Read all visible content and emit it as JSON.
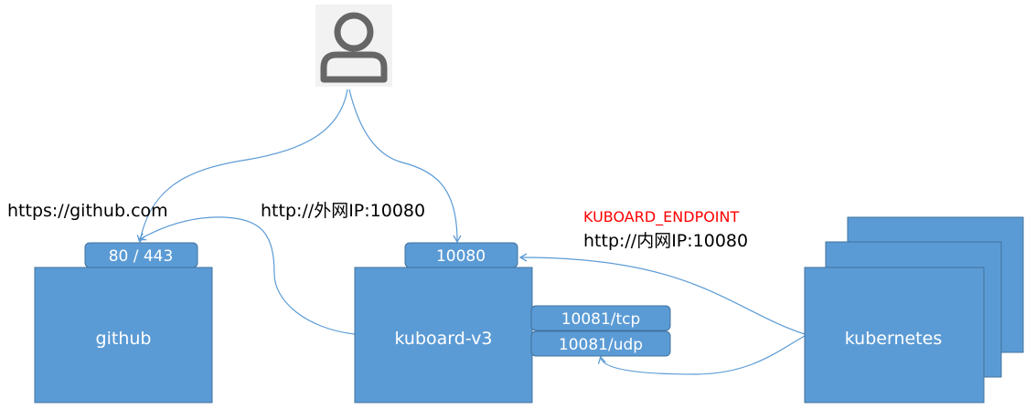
{
  "icons": {
    "user": "user-icon"
  },
  "nodes": {
    "github": {
      "label": "github",
      "port": "80 / 443"
    },
    "kuboard": {
      "label": "kuboard-v3",
      "port": "10080",
      "ports_side": [
        "10081/tcp",
        "10081/udp"
      ]
    },
    "kubernetes": {
      "label": "kubernetes"
    }
  },
  "labels": {
    "github_url": "https://github.com",
    "kuboard_external_url": "http://外网IP:10080",
    "endpoint_name": "KUBOARD_ENDPOINT",
    "endpoint_url": "http://内网IP:10080"
  },
  "colors": {
    "box": "#5b9bd5",
    "box_border": "#41719c",
    "connector": "#5b9bd5",
    "icon": "#666666",
    "endpoint_name": "#ff0000"
  }
}
